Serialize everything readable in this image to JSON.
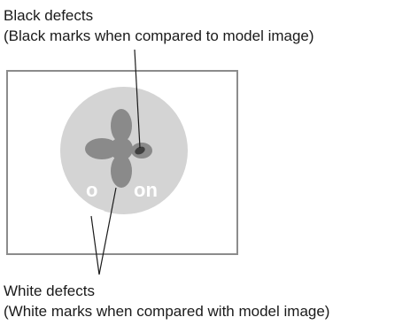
{
  "black_defects": {
    "title": "Black defects",
    "description": "(Black marks when compared to model image)"
  },
  "white_defects": {
    "title": "White defects",
    "description": "(White marks when compared with model image)"
  },
  "part_labels": {
    "left": "o",
    "right": "on"
  },
  "colors": {
    "frame": "#8c8c8c",
    "disc": "#d4d4d4",
    "clover": "#8a8a8a",
    "black_mark": "#3f3f3f",
    "text": "#1a1a1a"
  }
}
